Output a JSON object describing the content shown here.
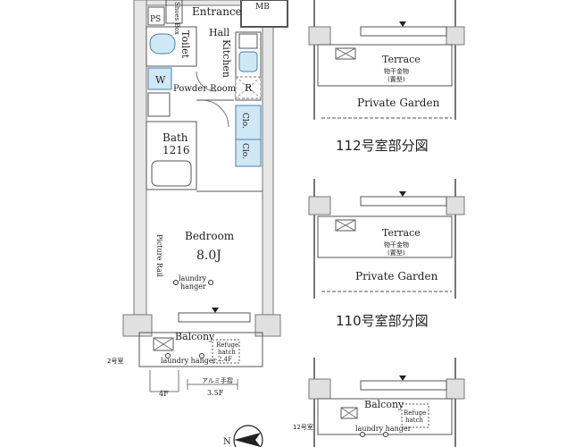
{
  "units": {
    "entrance": "Entrance",
    "ps": "PS",
    "shoes_box": "Shoes Box",
    "mb": "MB",
    "hall": "Hall",
    "toilet": "Toilet",
    "kitchen": "Kitchen",
    "r": "R",
    "w": "W",
    "powder_room": "Powder Room",
    "bath": "Bath",
    "bath_size": "1216",
    "clo": "Clo.",
    "bedroom": "Bedroom",
    "bedroom_size": "8.0J",
    "picture_rail": "Picture Rail",
    "laundry_hanger_line1": "laundry",
    "laundry_hanger_line2": "hanger",
    "balcony": "Balcony",
    "laundry_hanger_bal": "laundry  hanger",
    "refuge_hatch_line1": "Refuge",
    "refuge_hatch_line2": "hatch",
    "refuge_hatch_line3": "2.4F",
    "room2_label": "2号室",
    "handrail_label": "アルミ手摺",
    "handrail_floor": "3.5F",
    "floor_4f": "4F"
  },
  "unit112": {
    "terrace": "Terrace",
    "hanger_line1": "物干金物",
    "hanger_line2": "(置型)",
    "private_garden": "Private Garden",
    "caption": "112号室部分図"
  },
  "unit110": {
    "terrace": "Terrace",
    "hanger_line1": "物干金物",
    "hanger_line2": "(置型)",
    "private_garden": "Private Garden",
    "caption": "110号室部分図"
  },
  "unit12": {
    "room_label": "12号室",
    "balcony": "Balcony",
    "refuge_line1": "Refuge",
    "refuge_line2": "hatch",
    "laundry_hanger": "laundry hanger"
  },
  "compass": {
    "north": "N"
  },
  "colors": {
    "wall": "#8a8a8a",
    "line": "#333333",
    "fixture_blue": "#cfe8f5",
    "background": "#ffffff"
  }
}
